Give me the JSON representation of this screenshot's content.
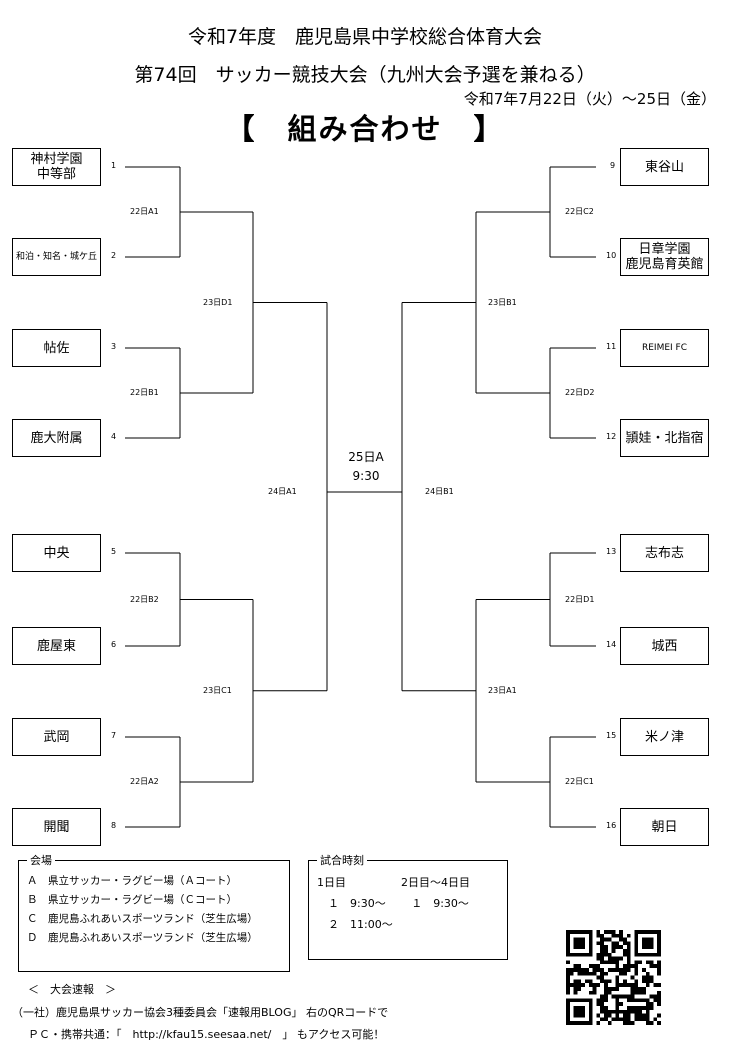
{
  "header": {
    "title1": "令和7年度　鹿児島県中学校総合体育大会",
    "title2": "第74回　サッカー競技大会（九州大会予選を兼ねる）",
    "dates": "令和7年7月22日（火）～25日（金）",
    "title3": "【　組み合わせ　】"
  },
  "teams": [
    {
      "seed": "1",
      "name": "神村学園\n中等部"
    },
    {
      "seed": "2",
      "name": "和泊・知名・城ケ丘"
    },
    {
      "seed": "3",
      "name": "帖佐"
    },
    {
      "seed": "4",
      "name": "鹿大附属"
    },
    {
      "seed": "5",
      "name": "中央"
    },
    {
      "seed": "6",
      "name": "鹿屋東"
    },
    {
      "seed": "7",
      "name": "武岡"
    },
    {
      "seed": "8",
      "name": "開聞"
    },
    {
      "seed": "9",
      "name": "東谷山"
    },
    {
      "seed": "10",
      "name": "日章学園\n鹿児島育英館"
    },
    {
      "seed": "11",
      "name": "REIMEI FC"
    },
    {
      "seed": "12",
      "name": "頴娃・北指宿"
    },
    {
      "seed": "13",
      "name": "志布志"
    },
    {
      "seed": "14",
      "name": "城西"
    },
    {
      "seed": "15",
      "name": "米ノ津"
    },
    {
      "seed": "16",
      "name": "朝日"
    }
  ],
  "matches": {
    "r1": [
      "22日A1",
      "22日B1",
      "22日B2",
      "22日A2",
      "22日C2",
      "22日D2",
      "22日D1",
      "22日C1"
    ],
    "r2": [
      "23日D1",
      "23日C1",
      "23日B1",
      "23日A1"
    ],
    "r3": [
      "24日A1",
      "24日B1"
    ],
    "final": {
      "date": "25日A",
      "time": "9:30"
    }
  },
  "venue": {
    "legend": "会場",
    "lines": [
      "Ａ　県立サッカー・ラグビー場（Ａコート）",
      "Ｂ　県立サッカー・ラグビー場（Ｃコート）",
      "Ｃ　鹿児島ふれあいスポーツランド（芝生広場）",
      "Ｄ　鹿児島ふれあいスポーツランド（芝生広場）"
    ]
  },
  "schedule": {
    "legend": "試合時刻",
    "text": "1日目　　　　　2日目～4日目\n　１　9:30～　　 １　9:30～\n　２　11:00～"
  },
  "footer": {
    "line1": "＜　大会速報　＞",
    "line2": "（一社）鹿児島県サッカー協会3種委員会「速報用BLOG」 右のQRコードで",
    "line3": "ＰＣ・携帯共通：「　http://kfau15.seesaa.net/　」 もアクセス可能！"
  },
  "qr_label": "QRコード"
}
